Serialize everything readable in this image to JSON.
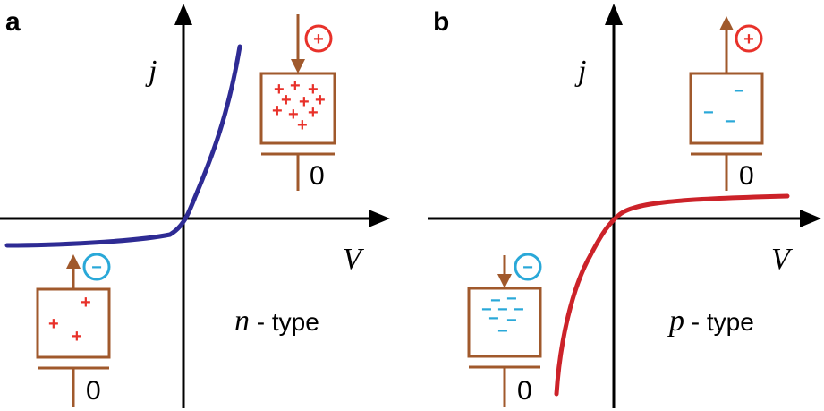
{
  "colors": {
    "axis": "#000000",
    "curve_n": "#2e2b94",
    "curve_p": "#cc2229",
    "electrode": "#a0592c",
    "positive": "#e8312a",
    "negative": "#29a8d8"
  },
  "panels": {
    "a": {
      "letter": "a",
      "y_axis_label": "j",
      "x_axis_label": "V",
      "type_italic": "n",
      "type_rest": " - type",
      "top_device": {
        "badge": "+",
        "ground_label": "0",
        "carrier_sign": "+"
      },
      "bottom_device": {
        "badge": "−",
        "ground_label": "0",
        "carrier_sign": "+"
      }
    },
    "b": {
      "letter": "b",
      "y_axis_label": "j",
      "x_axis_label": "V",
      "type_italic": "p",
      "type_rest": " - type",
      "top_device": {
        "badge": "+",
        "ground_label": "0",
        "carrier_sign": "−"
      },
      "bottom_device": {
        "badge": "−",
        "ground_label": "0",
        "carrier_sign": "−"
      }
    }
  }
}
